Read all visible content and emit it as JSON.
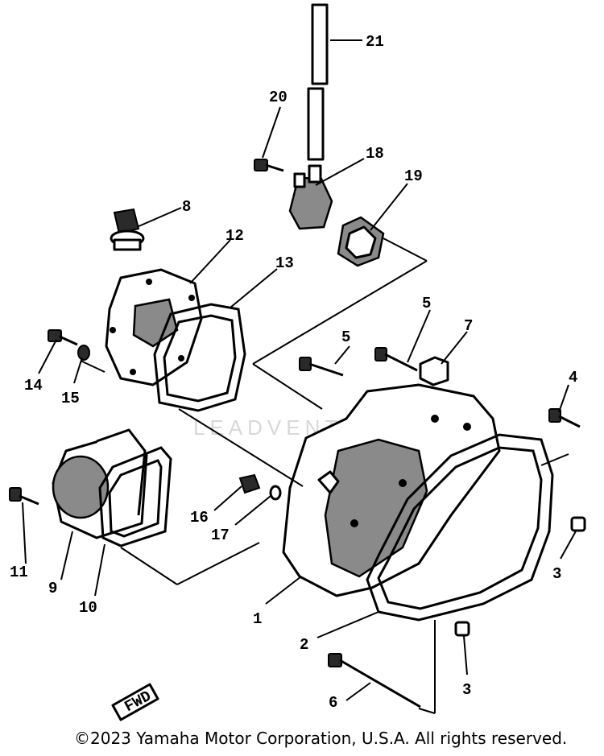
{
  "diagram": {
    "callouts": {
      "c1": "1",
      "c2": "2",
      "c3a": "3",
      "c3b": "3",
      "c4": "4",
      "c5a": "5",
      "c5b": "5",
      "c6": "6",
      "c7": "7",
      "c8": "8",
      "c9": "9",
      "c10": "10",
      "c11": "11",
      "c12": "12",
      "c13": "13",
      "c14": "14",
      "c15": "15",
      "c16": "16",
      "c17": "17",
      "c18": "18",
      "c19": "19",
      "c20": "20",
      "c21": "21"
    },
    "fwd_marker": "FWD",
    "watermark": "LEADVENTURE"
  },
  "copyright": "©2023 Yamaha Motor Corporation, U.S.A. All rights reserved."
}
